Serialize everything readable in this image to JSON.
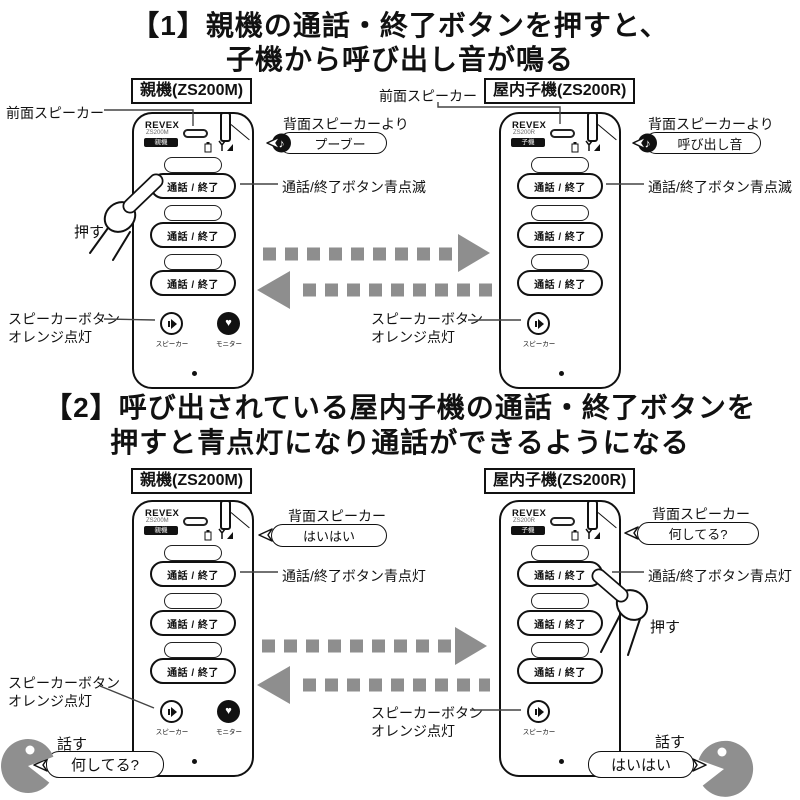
{
  "colors": {
    "ink": "#111111",
    "arrow_gray": "#8e8e8e",
    "person_gray": "#8f8f8f",
    "badge_bg": "#111111",
    "background": "#ffffff"
  },
  "icons": {
    "note": "♪",
    "monitor_heart": "♥"
  },
  "device_art": {
    "brand": "REVEX",
    "parent_model": "ZS200M",
    "child_model": "ZS200R",
    "parent_badge": "親機",
    "child_badge": "子機",
    "talk_button_label": "通話 / 終了",
    "speaker_button_label": "スピーカー",
    "monitor_button_label": "モニター"
  },
  "section1": {
    "title_line1": "【1】親機の通話・終了ボタンを押すと、",
    "title_line2": "子機から呼び出し音が鳴る",
    "parent": {
      "name_label": "親機(ZS200M)",
      "front_speaker_label": "前面スピーカー",
      "rear_speaker_label": "背面スピーカーより",
      "sound_bubble": "プーブー",
      "button_status": "通話/終了ボタン青点滅",
      "press_label": "押す",
      "speaker_status_line1": "スピーカーボタン",
      "speaker_status_line2": "オレンジ点灯"
    },
    "child": {
      "name_label": "屋内子機(ZS200R)",
      "front_speaker_label": "前面スピーカー",
      "rear_speaker_label": "背面スピーカーより",
      "sound_bubble": "呼び出し音",
      "button_status": "通話/終了ボタン青点滅",
      "speaker_status_line1": "スピーカーボタン",
      "speaker_status_line2": "オレンジ点灯"
    }
  },
  "section2": {
    "title_line1": "【2】呼び出されている屋内子機の通話・終了ボタンを",
    "title_line2": "押すと青点灯になり通話ができるようになる",
    "parent": {
      "name_label": "親機(ZS200M)",
      "rear_speaker_label": "背面スピーカー",
      "sound_bubble": "はいはい",
      "button_status": "通話/終了ボタン青点灯",
      "speaker_status_line1": "スピーカーボタン",
      "speaker_status_line2": "オレンジ点灯",
      "person_action": "話す",
      "person_speech": "何してる?"
    },
    "child": {
      "name_label": "屋内子機(ZS200R)",
      "rear_speaker_label": "背面スピーカー",
      "sound_bubble": "何してる?",
      "button_status": "通話/終了ボタン青点灯",
      "press_label": "押す",
      "speaker_status_line1": "スピーカーボタン",
      "speaker_status_line2": "オレンジ点灯",
      "person_action": "話す",
      "person_speech": "はいはい"
    }
  }
}
